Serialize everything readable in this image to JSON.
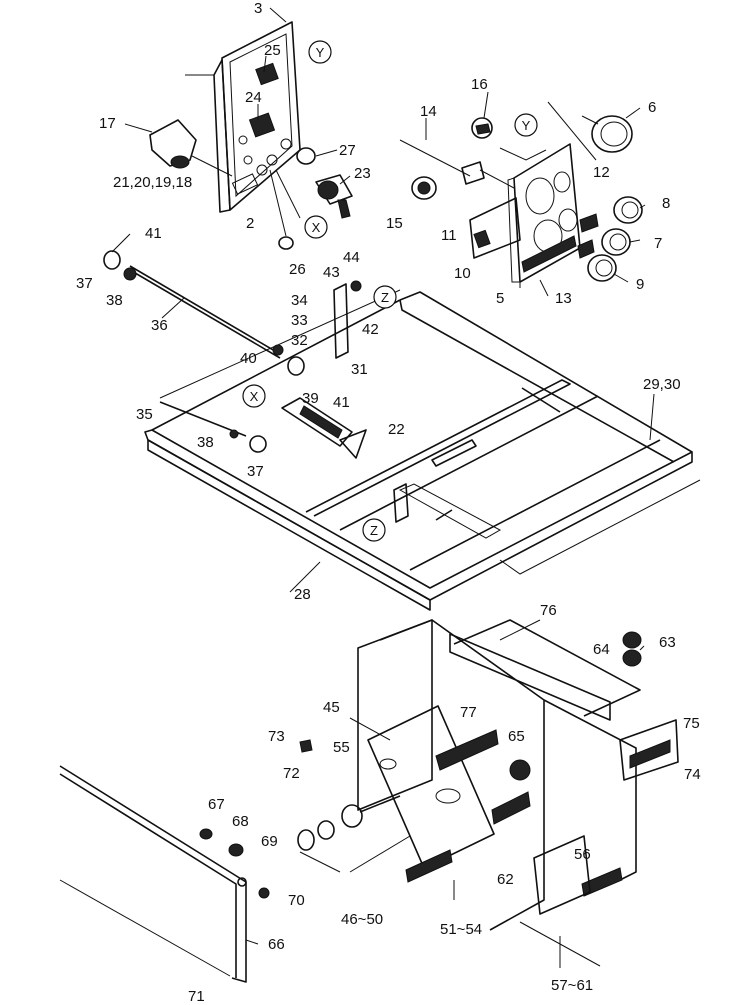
{
  "labels": {
    "l3": "3",
    "l25": "25",
    "l24": "24",
    "l17": "17",
    "l21_18": "21,20,19,18",
    "l2": "2",
    "l27": "27",
    "l23": "23",
    "l26": "26",
    "l41a": "41",
    "l37a": "37",
    "l38a": "38",
    "l36": "36",
    "l44": "44",
    "l43": "43",
    "l34": "34",
    "l33": "33",
    "l32": "32",
    "l42": "42",
    "l31": "31",
    "l40": "40",
    "l39": "39",
    "l41b": "41",
    "l35": "35",
    "l38b": "38",
    "l37b": "37",
    "l22": "22",
    "l28": "28",
    "l29_30": "29,30",
    "l16": "16",
    "l14": "14",
    "l6": "6",
    "l12": "12",
    "l15": "15",
    "l11": "11",
    "l10": "10",
    "l8": "8",
    "l7": "7",
    "l9": "9",
    "l5": "5",
    "l13": "13",
    "l76": "76",
    "l64": "64",
    "l63": "63",
    "l45": "45",
    "l77": "77",
    "l73": "73",
    "l55": "55",
    "l65": "65",
    "l75": "75",
    "l72": "72",
    "l74": "74",
    "l67": "67",
    "l68": "68",
    "l69": "69",
    "l56": "56",
    "l62": "62",
    "l70": "70",
    "l66": "66",
    "l46_50": "46~50",
    "l51_54": "51~54",
    "l57_61": "57~61",
    "l71": "71"
  },
  "callouts": {
    "y1": "Y",
    "y2": "Y",
    "x1": "X",
    "x2": "X",
    "z1": "Z",
    "z2": "Z"
  }
}
